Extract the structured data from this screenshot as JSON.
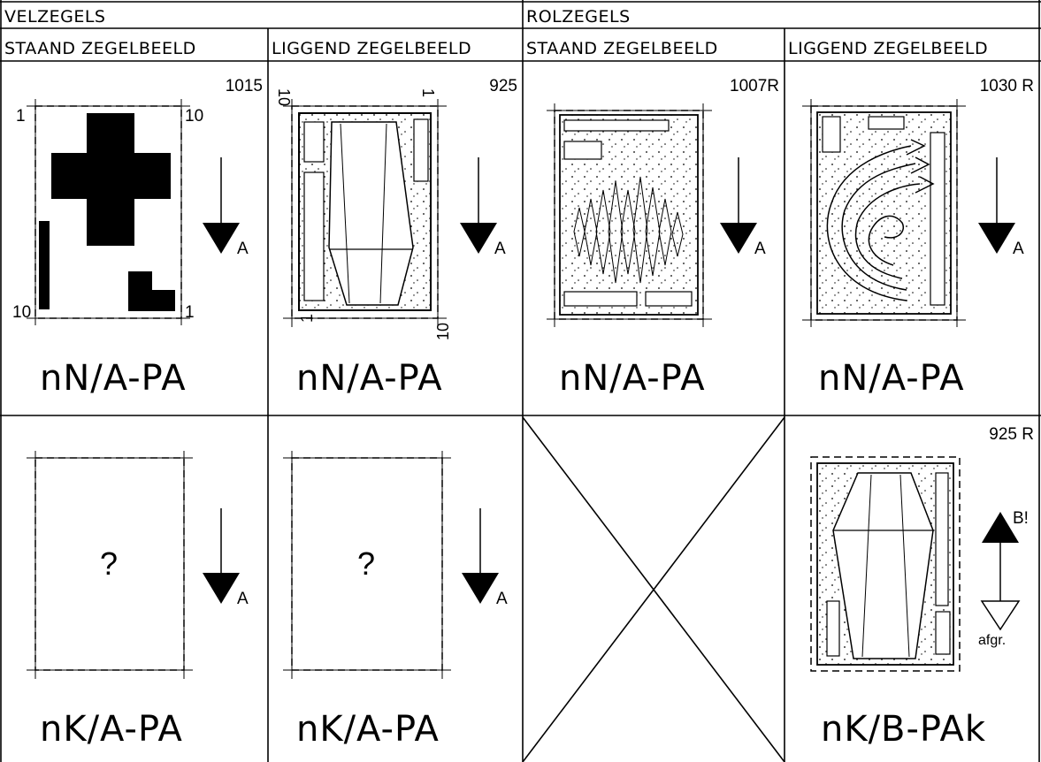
{
  "groups": {
    "left": "VELZEGELS",
    "right": "ROLZEGELS"
  },
  "columns": [
    "STAAND ZEGELBEELD",
    "LIGGEND ZEGELBEELD",
    "STAAND ZEGELBEELD",
    "LIGGEND ZEGELBEELD"
  ],
  "top_row": [
    {
      "number": "1015",
      "code": "nN/A-PA",
      "corner_labels": [
        "1",
        "10",
        "10",
        "1"
      ],
      "arrow_label": "A"
    },
    {
      "number": "925",
      "code": "nN/A-PA",
      "corner_labels": [
        "10",
        "1",
        "1",
        "10"
      ],
      "arrow_label": "A"
    },
    {
      "number": "1007R",
      "code": "nN/A-PA",
      "arrow_label": "A"
    },
    {
      "number": "1030 R",
      "code": "nN/A-PA",
      "arrow_label": "A"
    }
  ],
  "bottom_row": [
    {
      "code": "nK/A-PA",
      "unknown": "?",
      "arrow_label": "A"
    },
    {
      "code": "nK/A-PA",
      "unknown": "?",
      "arrow_label": "A"
    },
    {
      "code": ""
    },
    {
      "number": "925 R",
      "code": "nK/B-PAk",
      "arrow_label_top": "B!",
      "arrow_label_bottom": "afgr."
    }
  ]
}
